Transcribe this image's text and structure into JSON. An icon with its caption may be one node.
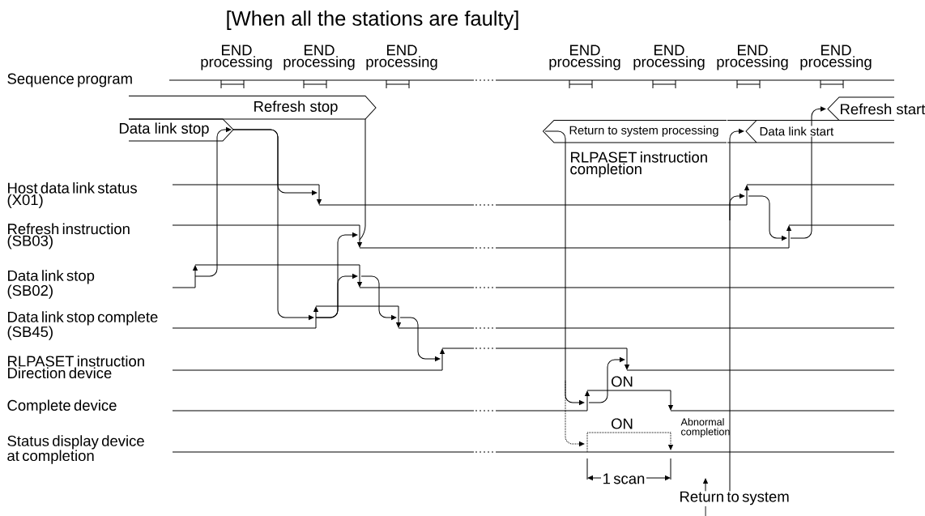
{
  "diagram": {
    "title": "[When all the stations are faulty]",
    "nodes": [
      {
        "text": [
          "Refresh stop"
        ]
      },
      {
        "text": [
          "Data link stop"
        ]
      },
      {
        "text": [
          "Return to system processing"
        ]
      },
      {
        "text": [
          "Data link start"
        ]
      },
      {
        "text": [
          "Refresh start"
        ]
      },
      {
        "text": [
          "Return to system"
        ]
      },
      {
        "text": [
          "Abnormal completion"
        ]
      }
    ],
    "edges": [
      {
        "from": 5,
        "to": 3,
        "arrow": "to"
      },
      {
        "from": 5,
        "to": null,
        "arrow": "to"
      }
    ],
    "labels": [
      "END processing",
      "END processing",
      "END processing",
      "END processing",
      "END processing",
      "END processing",
      "END processing",
      "Sequence program",
      "RLPASET instruction completion",
      "Host data link status (X01)",
      "Refresh instruction (SB03)",
      "Data link stop (SB02)",
      "Data link stop complete (SB45)",
      "RLPASET instruction Direction device",
      "ON",
      "Complete device",
      "ON",
      "Status display device at completion",
      "1 scan"
    ]
  }
}
